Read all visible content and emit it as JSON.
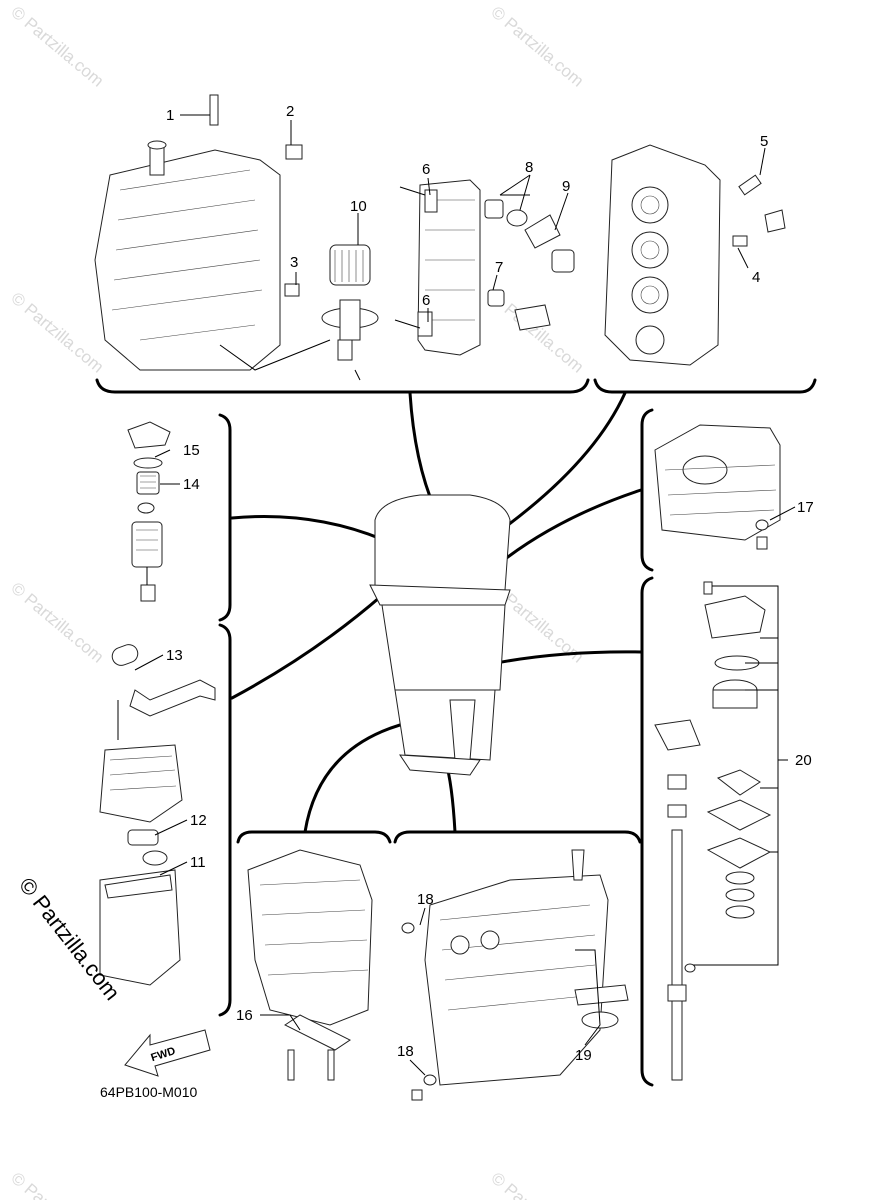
{
  "diagram": {
    "code": "64PB100-M010",
    "fwd_label": "FWD",
    "watermark": "© Partzilla.com",
    "side_watermark": "© Partzilla.com",
    "callouts": [
      "1",
      "2",
      "3",
      "4",
      "5",
      "6",
      "6",
      "7",
      "8",
      "9",
      "10",
      "11",
      "12",
      "13",
      "14",
      "15",
      "16",
      "17",
      "18",
      "18",
      "19",
      "20"
    ]
  }
}
